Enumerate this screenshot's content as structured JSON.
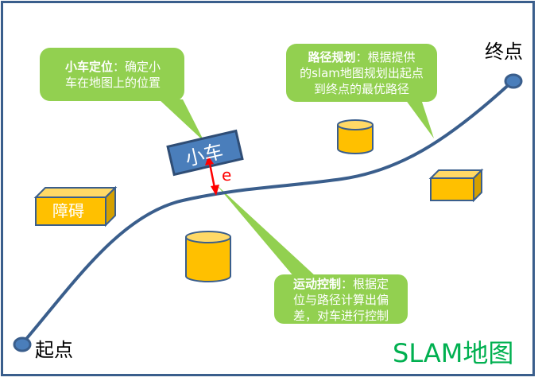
{
  "colors": {
    "frame": "#3A5E8C",
    "path": "#3A5E8C",
    "callout_fill": "#92D050",
    "obstacle_front": "#FFC000",
    "obstacle_top": "#FFD966",
    "obstacle_side": "#D4A000",
    "car_fill": "#4A7EBB",
    "error_arrow": "#FF0000",
    "map_title": "#00B050"
  },
  "labels": {
    "start": "起点",
    "end": "终点",
    "map_title": "SLAM地图",
    "car": "小车",
    "obstacle": "障碍",
    "error": "e"
  },
  "callouts": {
    "localization": {
      "title": "小车定位",
      "separator": "：",
      "line1_rest": "确定小",
      "line2": "车在地图上的位置"
    },
    "planning": {
      "title": "路径规划",
      "separator": "：",
      "line1_rest": "根据提供",
      "line2": "的slam地图规划出起点",
      "line3": "到终点的最优路径"
    },
    "control": {
      "title": "运动控制",
      "separator": "：",
      "line1_rest": "根据定",
      "line2": "位与路径计算出偏",
      "line3": "差，对车进行控制"
    }
  }
}
